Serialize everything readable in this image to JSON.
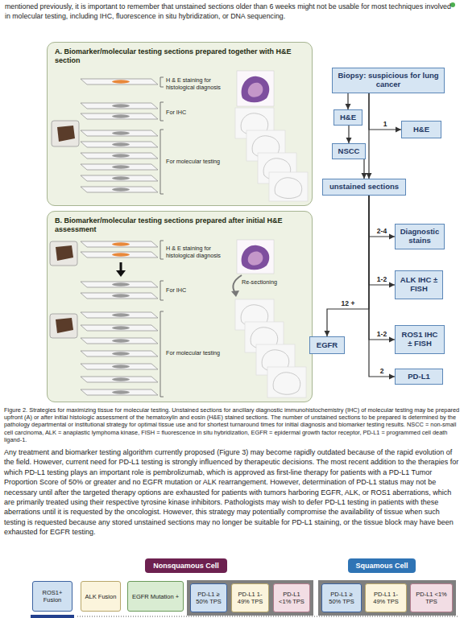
{
  "diagram": {
    "caption": "Figure 2. Strategies for maximizing tissue for molecular testing. Unstained sections for ancillary diagnostic immunohistochemistry (IHC) of molecular testing may be prepared upfront (A) or after initial histologic assessment of the hematoxylin and eosin (H&E) stained sections. The number of unstained sections to be prepared is determined by the pathology departmental or institutional strategy for optimal tissue use and for shortest turnaround times for initial diagnosis and biomarker testing results. NSCC = non-small cell carcinoma, ALK = anaplastic lymphoma kinase, FISH = fluorescence in situ hybridization, EGFR = epidermal growth factor receptor, PD-L1 = programmed cell death ligand-1.",
    "nodes": [
      {
        "text": [
          "A. Biomarker/molecular testing sections prepared together with H&E section"
        ]
      },
      {
        "text": [
          "B. Biomarker/molecular testing sections prepared after initial H&E assessment"
        ]
      },
      {
        "text": [
          "Biopsy: suspicious for lung cancer"
        ]
      },
      {
        "text": [
          "H&E"
        ]
      },
      {
        "text": [
          "NSCC"
        ]
      },
      {
        "text": [
          "H&E"
        ]
      },
      {
        "text": [
          "unstained sections"
        ]
      },
      {
        "text": [
          "Diagnostic stains"
        ]
      },
      {
        "text": [
          "ALK IHC ± FISH"
        ]
      },
      {
        "text": [
          "ROS1 IHC ± FISH"
        ]
      },
      {
        "text": [
          "EGFR"
        ]
      },
      {
        "text": [
          "PD-L1"
        ]
      },
      {
        "text": [
          "Nonsquamous Cell"
        ]
      },
      {
        "text": [
          "Squamous Cell"
        ]
      },
      {
        "text": [
          "ROS1+ Fusion"
        ]
      },
      {
        "text": [
          "ALK Fusion"
        ]
      },
      {
        "text": [
          "EGFR Mutation +"
        ]
      },
      {
        "text": [
          "PD-L1 ≥ 50% TPS"
        ]
      },
      {
        "text": [
          "PD-L1 1-49% TPS"
        ]
      },
      {
        "text": [
          "PD-L1 <1% TPS"
        ]
      },
      {
        "text": [
          "PD-L1 ≥ 50% TPS"
        ]
      },
      {
        "text": [
          "PD-L1 1-49% TPS"
        ]
      },
      {
        "text": [
          "PD-L1 <1% TPS"
        ]
      }
    ],
    "edges": [
      {
        "from": 2,
        "to": 3,
        "arrow": "to"
      },
      {
        "from": 3,
        "to": 4,
        "arrow": "to"
      },
      {
        "from": 4,
        "to": 6,
        "arrow": "to"
      },
      {
        "from": 2,
        "to": 5,
        "label": "1",
        "arrow": "to"
      },
      {
        "from": 2,
        "to": 6,
        "arrow": "to"
      },
      {
        "from": 6,
        "to": 7,
        "label": "2-4",
        "arrow": "to"
      },
      {
        "from": 6,
        "to": 8,
        "label": "1-2",
        "arrow": "to"
      },
      {
        "from": 6,
        "to": 9,
        "label": "1-2",
        "arrow": "to"
      },
      {
        "from": 6,
        "to": 10,
        "label": "12 +",
        "arrow": "to"
      },
      {
        "from": 6,
        "to": 11,
        "label": "2",
        "arrow": "to"
      }
    ],
    "labels": [
      "mentioned previously, it is important to remember that unstained sections older than 6 weeks might not be usable for most techniques involved in molecular testing, including IHC, fluorescence in situ hybridization, or DNA sequencing.",
      "H & E staining for histological diagnosis",
      "For IHC",
      "For molecular testing",
      "H & E staining for histological diagnosis",
      "Re-sectioning",
      "For IHC",
      "For molecular testing",
      "Any treatment and biomarker testing algorithm currently proposed (Figure 3) may become rapidly outdated because of the rapid evolution of the field. However, current need for PD-L1 testing is strongly influenced by therapeutic decisions. The most recent addition to the therapies for which PD-L1 testing plays an important role is pembrolizumab, which is approved as first-line therapy for patients with a PD-L1 Tumor Proportion Score of 50% or greater and no EGFR mutation or ALK rearrangement. However, determination of PD-L1 status may not be necessary until after the targeted therapy options are exhausted for patients with tumors harboring EGFR, ALK, or ROS1 aberrations, which are primarily treated using their respective tyrosine kinase inhibitors. Pathologists may wish to defer PD-L1 testing in patients with these aberrations until it is requested by the oncologist. However, this strategy may potentially compromise the availability of tissue when such testing is requested because any stored unstained sections may no longer be suitable for PD-L1 staining, or the tissue block may have been exhausted for EGFR testing."
    ]
  }
}
